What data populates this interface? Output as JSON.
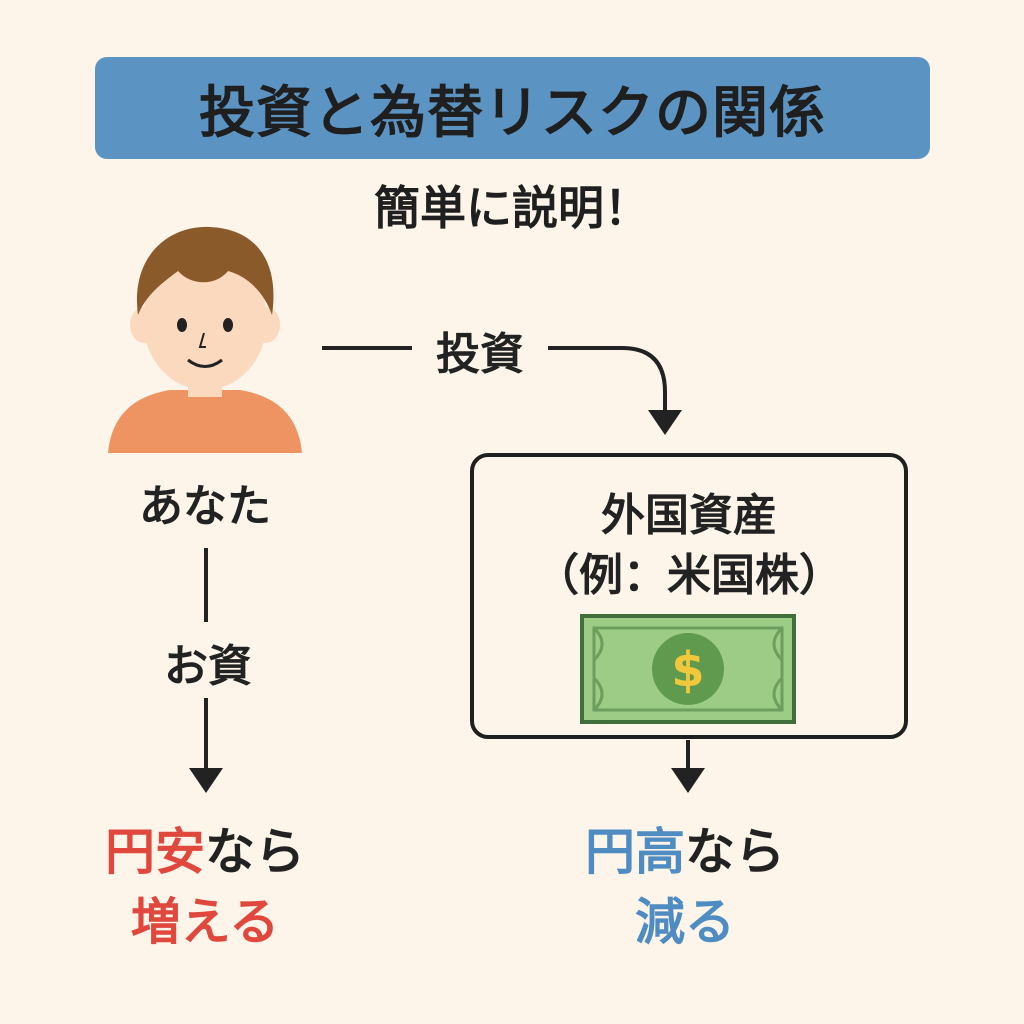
{
  "title": "投資と為替リスクの関係",
  "subtitle": "簡単に説明！",
  "person": {
    "label": "あなた"
  },
  "flow": {
    "invest_label": "投資",
    "money_label": "お資"
  },
  "asset": {
    "title": "外国資産",
    "example": "（例：米国株）",
    "icon": "dollar-bill-icon"
  },
  "outcomes": {
    "left": {
      "line1_highlight": "円安",
      "line1_rest": "なら",
      "line2": "増える"
    },
    "right": {
      "line1_highlight": "円高",
      "line1_rest": "なら",
      "line2": "減る"
    }
  },
  "colors": {
    "banner": "#5b94c3",
    "positive": "#e0473d",
    "negative": "#4f8cc2",
    "bill": "#9ccc85"
  }
}
